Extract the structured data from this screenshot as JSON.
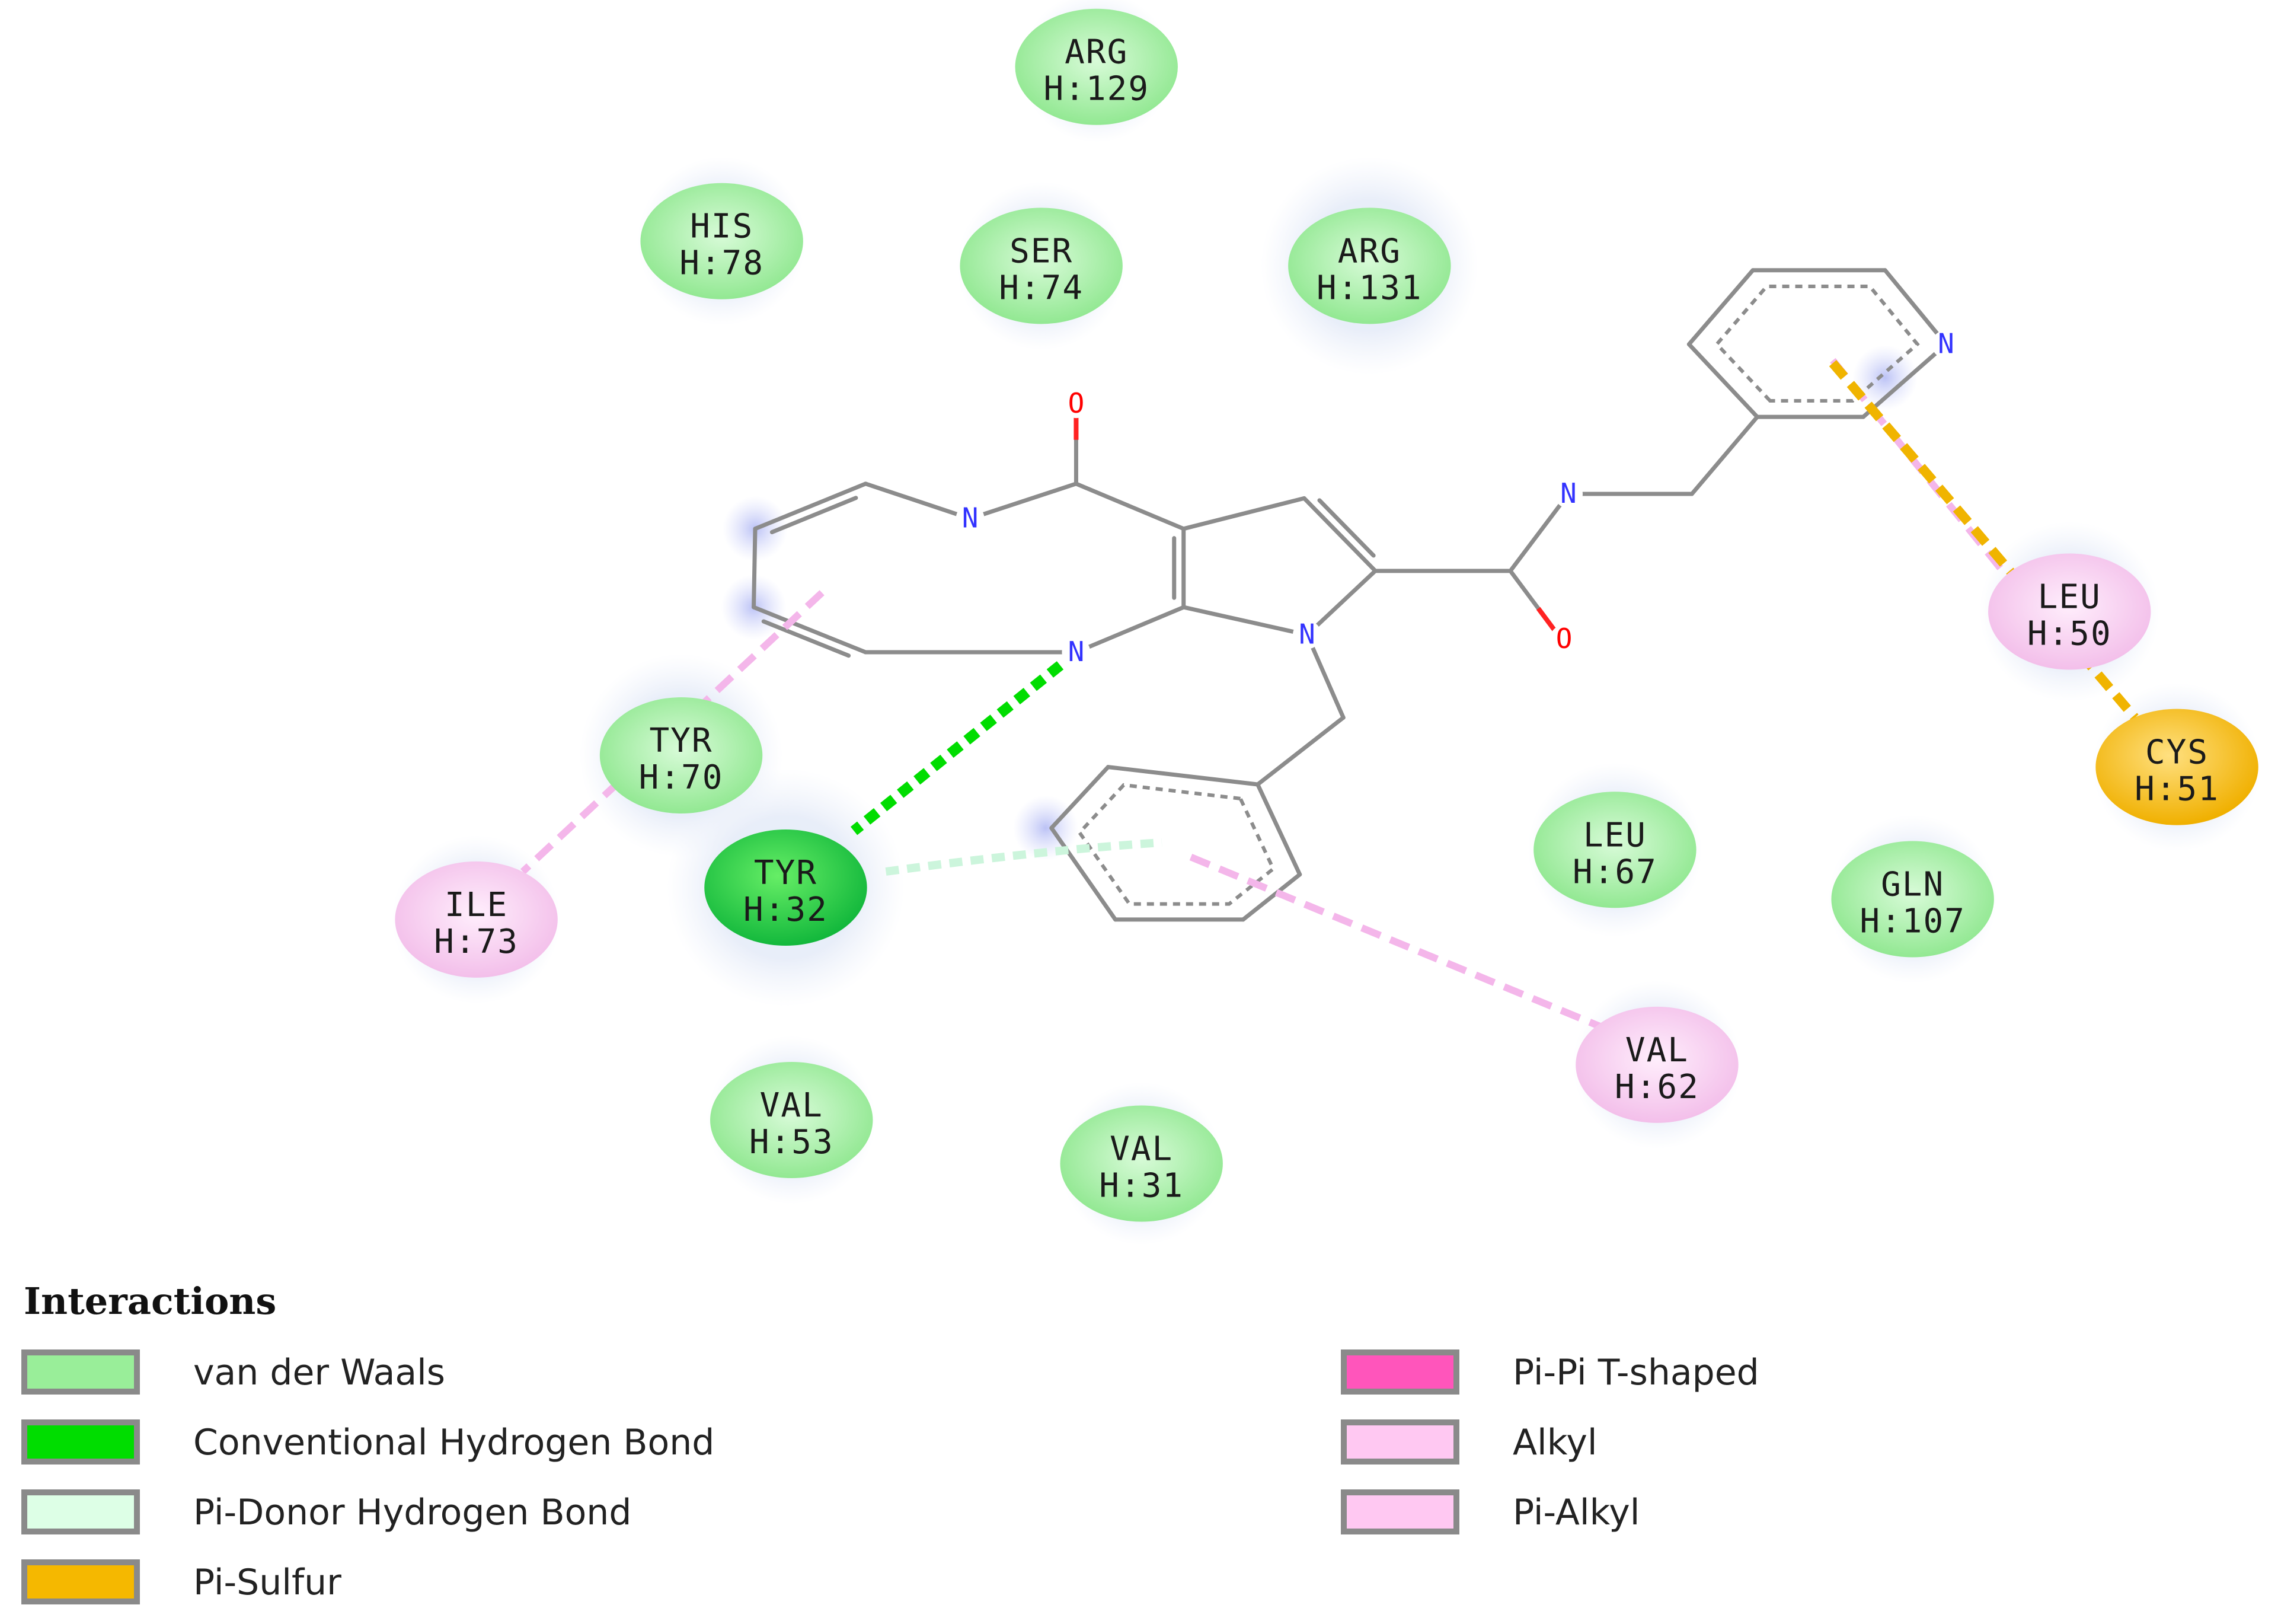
{
  "diagram": {
    "residues": [
      {
        "id": "arg129",
        "name": "ARG",
        "chain": "H:129",
        "type": "van der Waals"
      },
      {
        "id": "his78",
        "name": "HIS",
        "chain": "H:78",
        "type": "van der Waals"
      },
      {
        "id": "ser74",
        "name": "SER",
        "chain": "H:74",
        "type": "van der Waals"
      },
      {
        "id": "arg131",
        "name": "ARG",
        "chain": "H:131",
        "type": "van der Waals"
      },
      {
        "id": "tyr70",
        "name": "TYR",
        "chain": "H:70",
        "type": "van der Waals"
      },
      {
        "id": "tyr32",
        "name": "TYR",
        "chain": "H:32",
        "type": "Conventional Hydrogen Bond"
      },
      {
        "id": "ile73",
        "name": "ILE",
        "chain": "H:73",
        "type": "Alkyl"
      },
      {
        "id": "leu67",
        "name": "LEU",
        "chain": "H:67",
        "type": "van der Waals"
      },
      {
        "id": "gln107",
        "name": "GLN",
        "chain": "H:107",
        "type": "van der Waals"
      },
      {
        "id": "leu50",
        "name": "LEU",
        "chain": "H:50",
        "type": "Alkyl"
      },
      {
        "id": "cys51",
        "name": "CYS",
        "chain": "H:51",
        "type": "Pi-Sulfur"
      },
      {
        "id": "val62",
        "name": "VAL",
        "chain": "H:62",
        "type": "Alkyl"
      },
      {
        "id": "val53",
        "name": "VAL",
        "chain": "H:53",
        "type": "van der Waals"
      },
      {
        "id": "val31",
        "name": "VAL",
        "chain": "H:31",
        "type": "van der Waals"
      }
    ],
    "atom_labels": [
      {
        "id": "o-keto",
        "text": "O",
        "color": "#ff0000"
      },
      {
        "id": "n-bridge",
        "text": "N",
        "color": "#3333ff"
      },
      {
        "id": "n-pyrimidine",
        "text": "N",
        "color": "#3333ff"
      },
      {
        "id": "n-pyrrole",
        "text": "N",
        "color": "#3333ff"
      },
      {
        "id": "n-amide",
        "text": "N",
        "color": "#3333ff"
      },
      {
        "id": "o-amide",
        "text": "O",
        "color": "#ff0000"
      },
      {
        "id": "n-pyridine",
        "text": "N",
        "color": "#3333ff"
      }
    ],
    "interactions": [
      {
        "from": "tyr32",
        "to": "pyrimidine-N",
        "type": "Conventional Hydrogen Bond"
      },
      {
        "from": "tyr32",
        "to": "benzyl ring",
        "type": "Pi-Donor Hydrogen Bond"
      },
      {
        "from": "ile73",
        "to": "pyrido ring",
        "type": "Alkyl"
      },
      {
        "from": "val62",
        "to": "benzyl ring",
        "type": "Pi-Alkyl"
      },
      {
        "from": "leu50",
        "to": "pyridine ring",
        "type": "Pi-Alkyl"
      },
      {
        "from": "cys51",
        "to": "pyridine ring",
        "type": "Pi-Sulfur"
      }
    ]
  },
  "legend": {
    "title": "Interactions",
    "items": [
      {
        "label": "van der Waals",
        "color": "#99ee99"
      },
      {
        "label": "Conventional Hydrogen Bond",
        "color": "#00dd00"
      },
      {
        "label": "Pi-Donor Hydrogen Bond",
        "color": "#ddffe6"
      },
      {
        "label": "Pi-Sulfur",
        "color": "#f5b800"
      },
      {
        "label": "Pi-Pi T-shaped",
        "color": "#ff55bb"
      },
      {
        "label": "Alkyl",
        "color": "#ffc8f2"
      },
      {
        "label": "Pi-Alkyl",
        "color": "#ffc8f2"
      }
    ]
  },
  "colors": {
    "bond": "#8c8c8c",
    "vdw_fill": "#99ee99",
    "hbond_fill": "#22cc44",
    "alkyl_fill": "#f6c6f0",
    "sulfur_fill": "#f5b800",
    "hbond_line": "#00dd00",
    "pi_donor_line": "#ccf5dc",
    "alkyl_line": "#f4b6ea",
    "sulfur_line": "#f0b400"
  }
}
